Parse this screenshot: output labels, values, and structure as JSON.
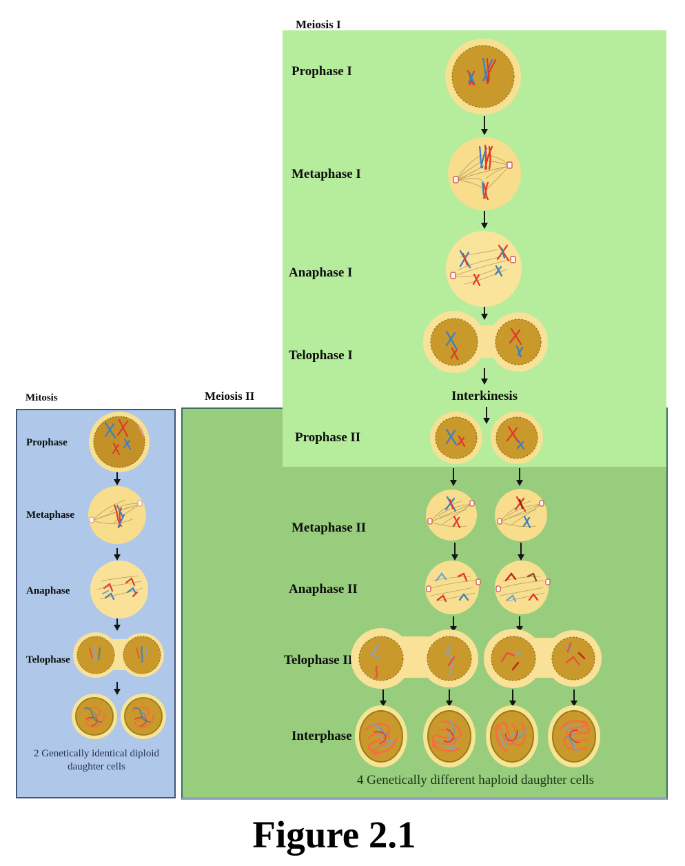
{
  "figure_title": "Figure 2.1",
  "meiosis1": {
    "title": "Meiosis I",
    "labels": {
      "prophase1": "Prophase I",
      "metaphase1": "Metaphase I",
      "anaphase1": "Anaphase I",
      "telophase1": "Telophase I",
      "interkinesis": "Interkinesis",
      "prophase2": "Prophase II"
    }
  },
  "meiosis2": {
    "title": "Meiosis II",
    "labels": {
      "metaphase2": "Metaphase II",
      "anaphase2": "Anaphase II",
      "telophase2": "Telophase II",
      "interphase": "Interphase"
    },
    "caption": "4 Genetically different haploid daughter cells"
  },
  "mitosis": {
    "title": "Mitosis",
    "labels": {
      "prophase": "Prophase",
      "metaphase": "Metaphase",
      "anaphase": "Anaphase",
      "telophase": "Telophase"
    },
    "caption_line1": "2 Genetically identical diploid",
    "caption_line2": "daughter cells"
  },
  "colors": {
    "meiosis1_bg": "#b6ed9d",
    "meiosis2_bg": "#98cd7d",
    "mitosis_bg": "#afc8e9",
    "cell_ring": "#f8e091",
    "cell_body": "#f7dd8c",
    "nucleus": "#c9992b",
    "chromosome_red": "#e23a28",
    "chromosome_blue": "#3f7fc1",
    "chromosome_gray": "#8fa3b0",
    "chromatin_orange": "#f3703f",
    "arrow": "#141414"
  }
}
